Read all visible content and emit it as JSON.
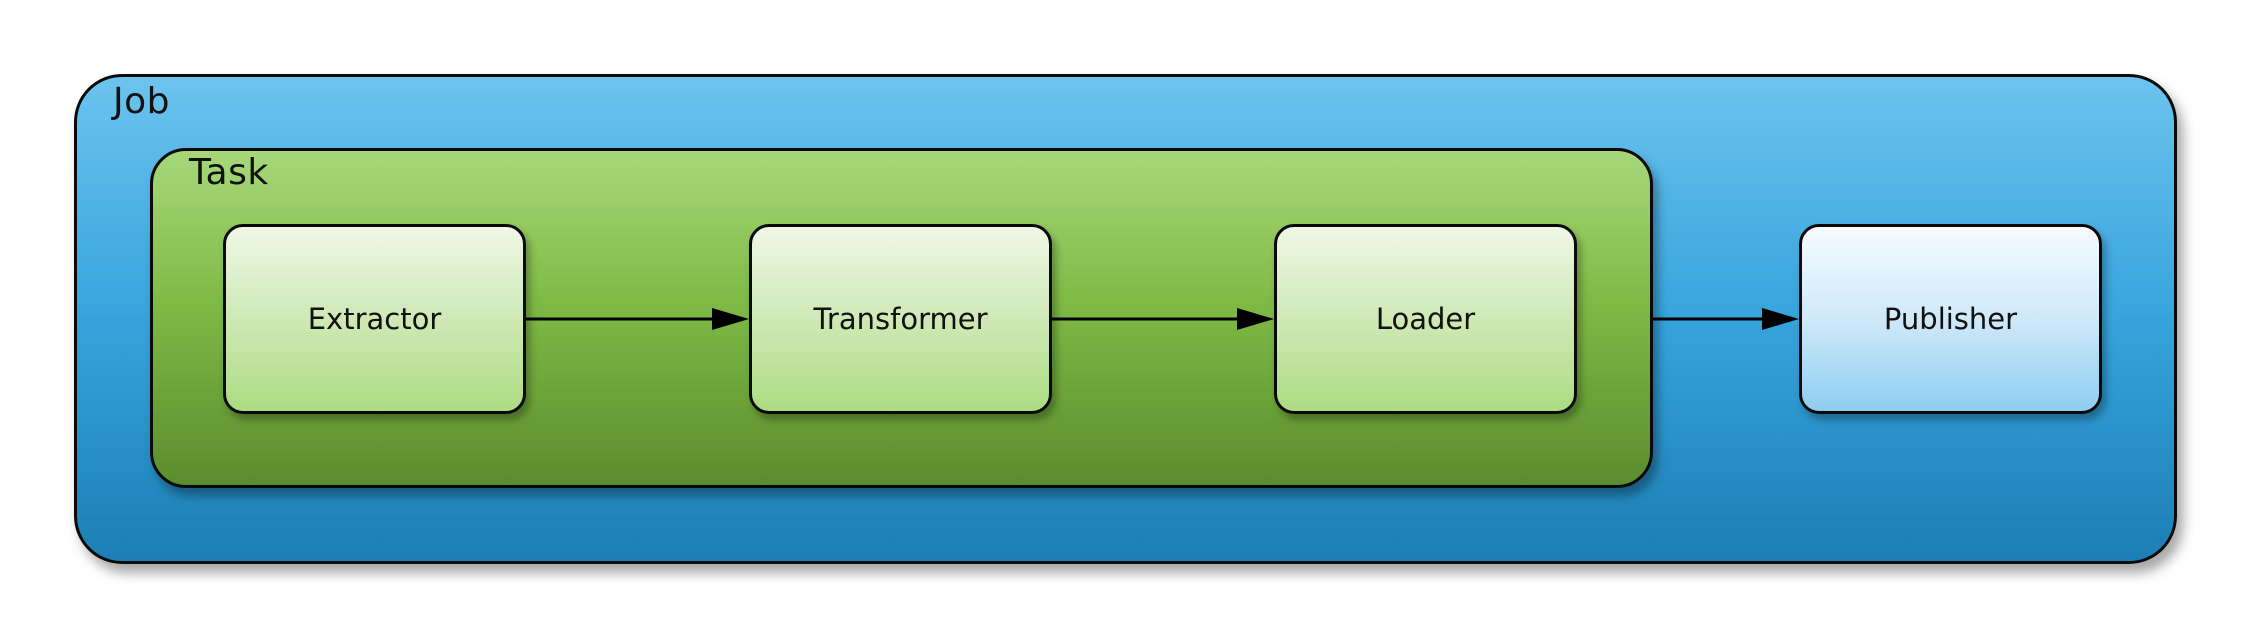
{
  "job": {
    "label": "Job"
  },
  "task": {
    "label": "Task"
  },
  "nodes": {
    "extractor": "Extractor",
    "transformer": "Transformer",
    "loader": "Loader",
    "publisher": "Publisher"
  },
  "colors": {
    "job_fill": "#36a4dc",
    "task_fill": "#7fba45",
    "stage_fill": "#cfe9b6",
    "publisher_fill": "#cfe9f9",
    "outline": "#0a0a0a"
  },
  "connections": [
    {
      "from": "Extractor",
      "to": "Transformer"
    },
    {
      "from": "Transformer",
      "to": "Loader"
    },
    {
      "from": "Task",
      "to": "Publisher"
    }
  ]
}
